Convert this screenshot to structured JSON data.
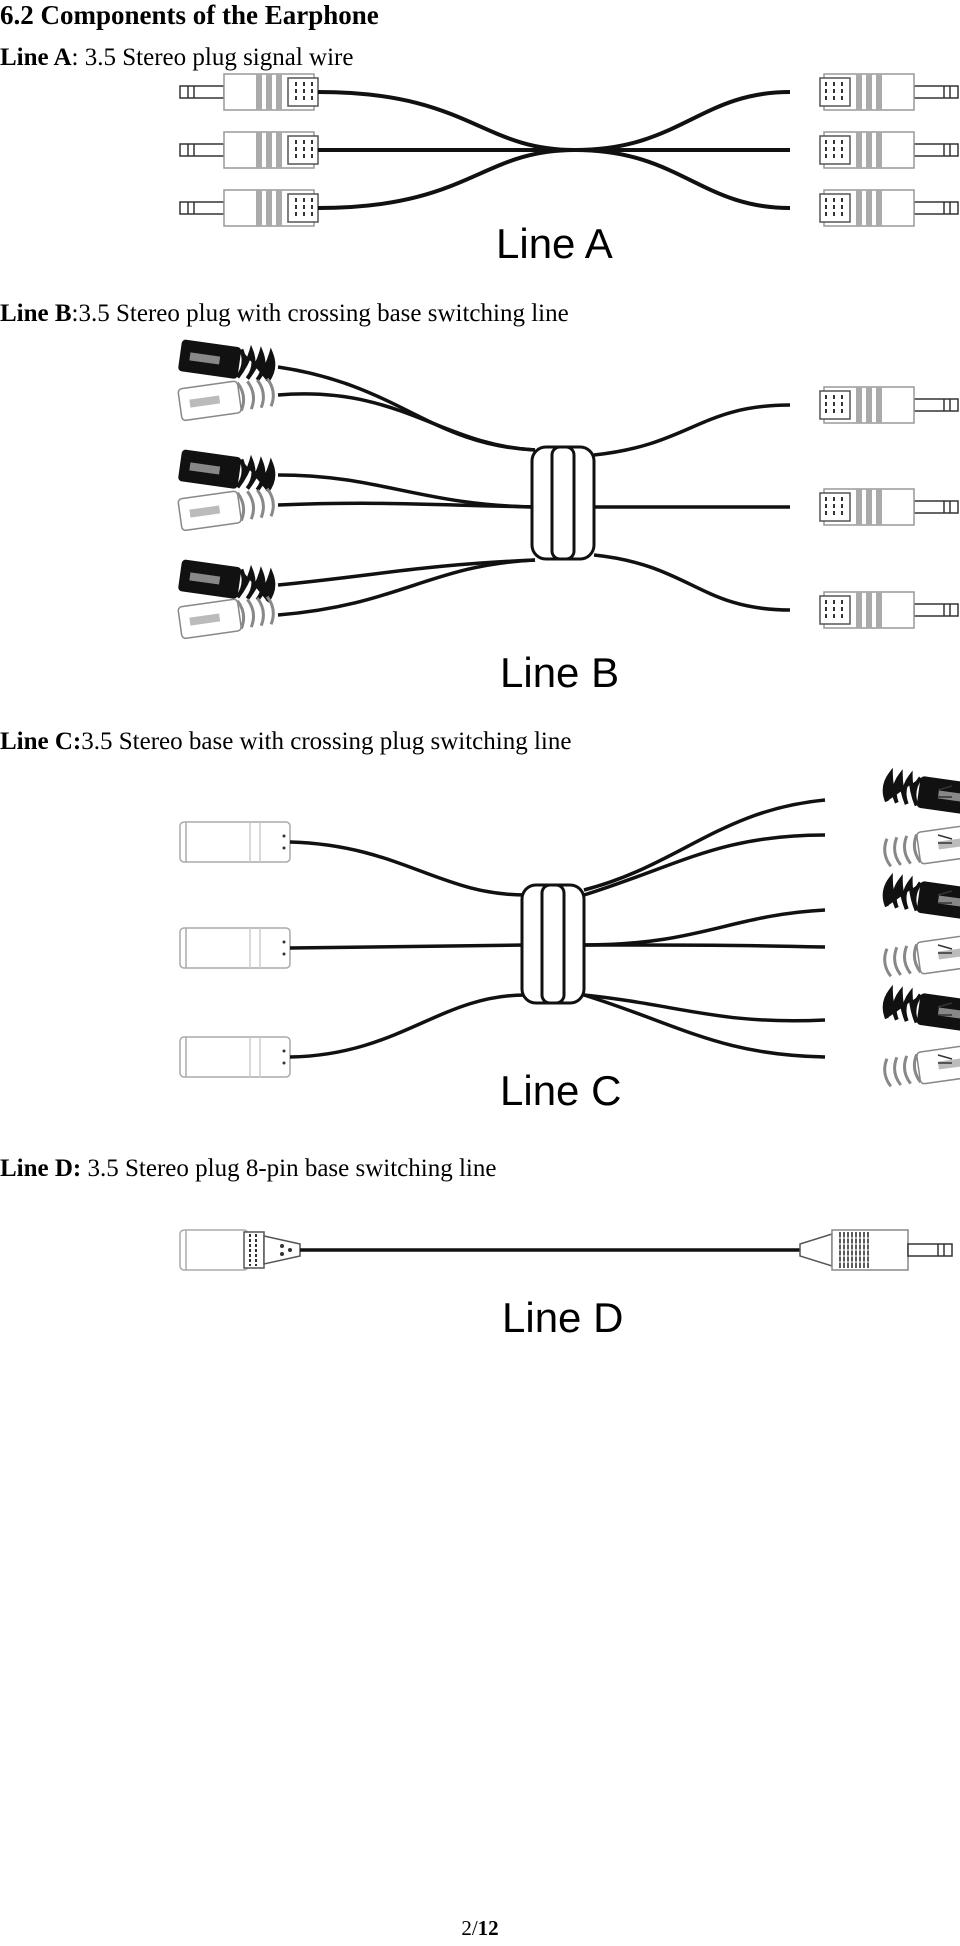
{
  "section_heading": "6.2 Components of the Earphone",
  "lines": [
    {
      "label": "Line A",
      "sep": ": ",
      "description": "3.5 Stereo plug signal wire",
      "figure_label": "Line A"
    },
    {
      "label": "Line B",
      "sep": ":",
      "description": "3.5 Stereo plug with crossing base switching line",
      "figure_label": "Line B"
    },
    {
      "label": "Line C:",
      "sep": "",
      "description": "3.5 Stereo base with crossing plug switching line",
      "figure_label": "Line C"
    },
    {
      "label": "Line D:",
      "sep": " ",
      "description": "3.5 Stereo plug 8-pin base switching line",
      "figure_label": "Line D"
    }
  ],
  "footer": {
    "page_current": "2/",
    "page_total": "12"
  }
}
